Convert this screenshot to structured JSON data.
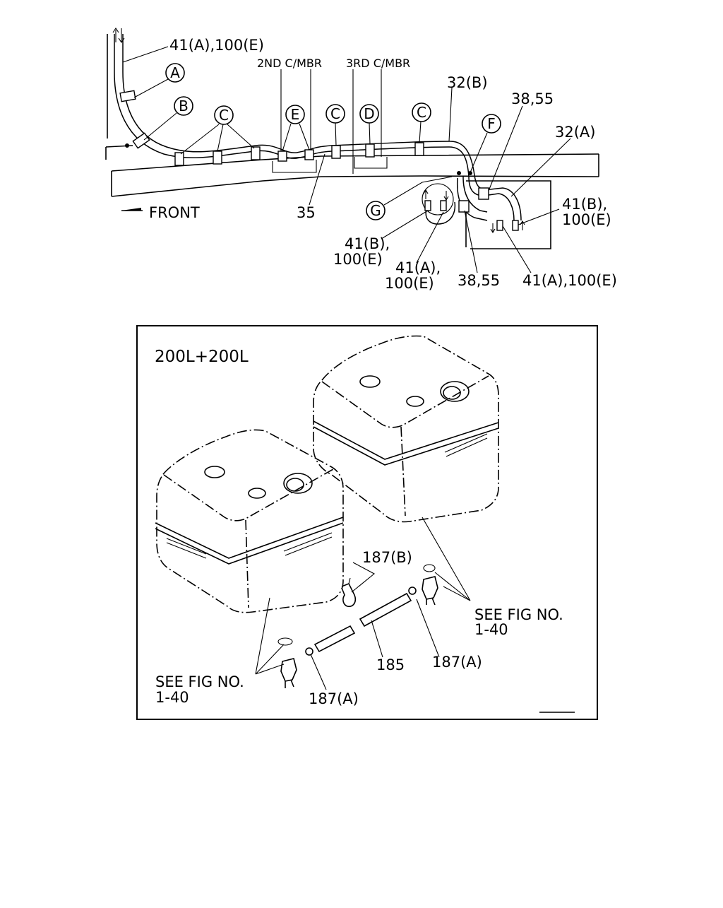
{
  "upper_diagram": {
    "labels": {
      "top_left_line": "41(A),100(E)",
      "second_crossmember": "2ND C/MBR",
      "third_crossmember": "3RD C/MBR",
      "pipe_32b": "32(B)",
      "part_3855_top": "38,55",
      "pipe_32a": "32(A)",
      "front": "FRONT",
      "part_35": "35",
      "right_41b_line1": "41(B),",
      "right_41b_line2": "100(E)",
      "mid_41b_line1": "41(B),",
      "mid_41b_line2": "100(E)",
      "mid_41a_line1": "41(A),",
      "mid_41a_line2": "100(E)",
      "part_3855_bottom": "38,55",
      "bottom_right_line": "41(A),100(E)"
    },
    "clamp_callouts": {
      "a": "A",
      "b": "B",
      "c1": "C",
      "e": "E",
      "c2": "C",
      "d": "D",
      "c3": "C",
      "f": "F",
      "g": "G"
    }
  },
  "lower_diagram": {
    "title": "200L+200L",
    "labels": {
      "part_187b": "187(B)",
      "see_fig_right_line1": "SEE FIG NO.",
      "see_fig_right_line2": "1-40",
      "part_185": "185",
      "part_187a_right": "187(A)",
      "see_fig_left_line1": "SEE FIG NO.",
      "see_fig_left_line2": "1-40",
      "part_187a_left": "187(A)"
    }
  }
}
